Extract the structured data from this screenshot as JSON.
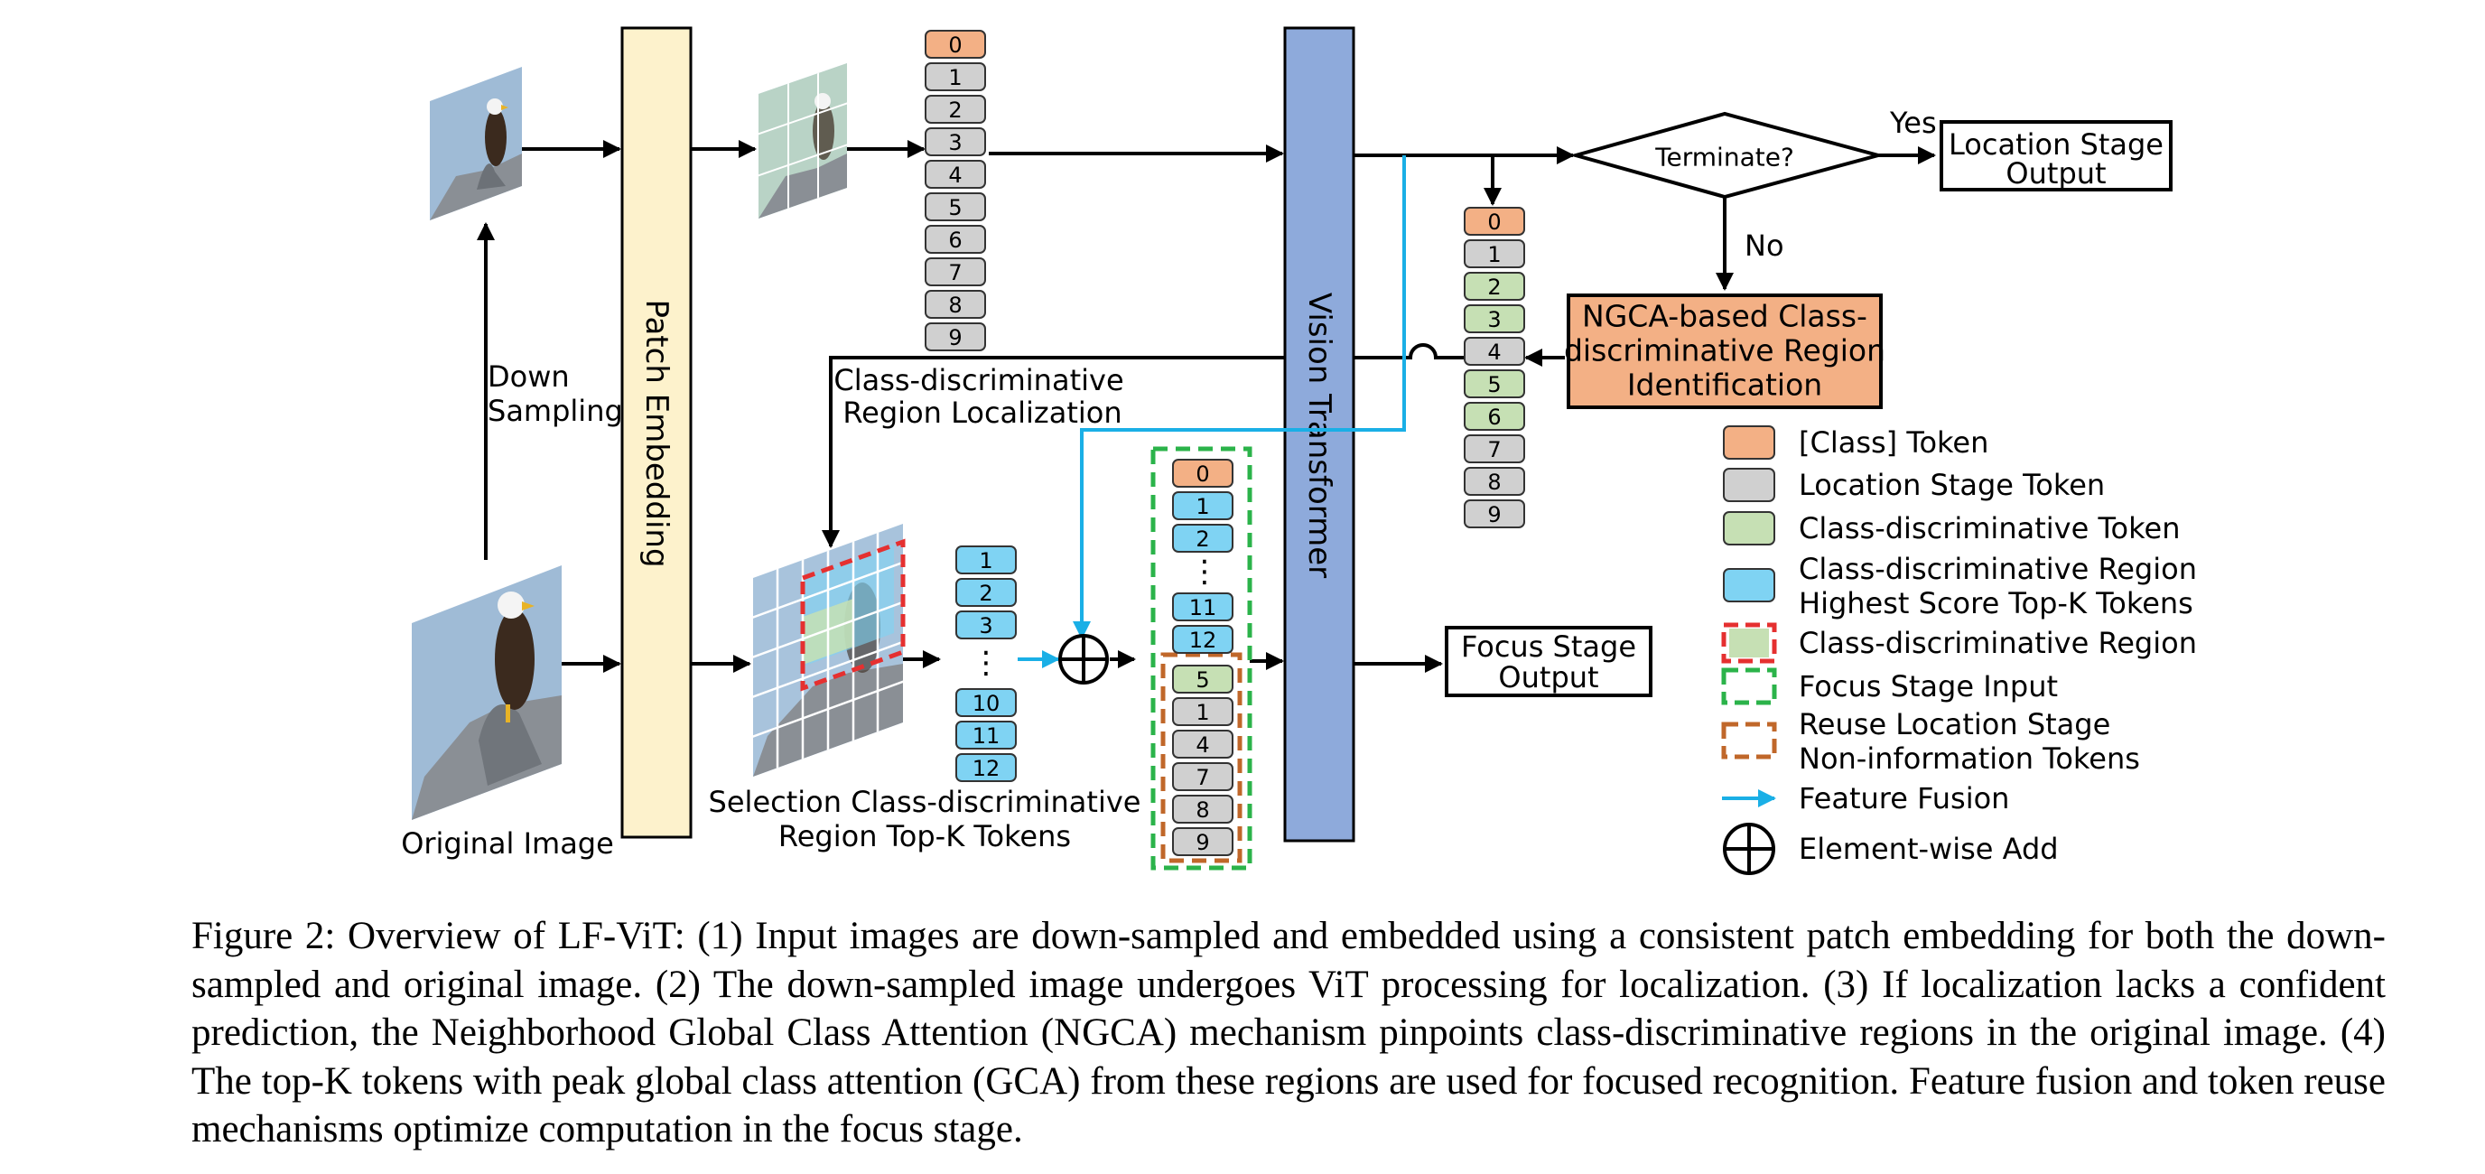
{
  "colors": {
    "class_token": "#f3b085",
    "location_token": "#d0d0d0",
    "discriminative_token": "#c6e0b4",
    "topk_token": "#7fd3f3",
    "patch_embedding": "#fdf2cc",
    "vision_transformer": "#8eaadb",
    "ngca_box": "#f3b085",
    "fusion_arrow": "#1aafe6",
    "region_red": "#e53030",
    "focus_green": "#2bb34a",
    "reuse_brown": "#c0672a"
  },
  "icons": {
    "small_image": "eagle-thumbnail-icon",
    "original_image": "eagle-photo-icon",
    "element_add": "circled-plus-icon"
  },
  "labels": {
    "original_image": "Original Image",
    "down_sampling_1": "Down",
    "down_sampling_2": "Sampling",
    "patch_embedding": "Patch Embedding",
    "vision_transformer": "Vision Transformer",
    "terminate": "Terminate?",
    "yes": "Yes",
    "no": "No",
    "location_output_1": "Location Stage",
    "location_output_2": "Output",
    "focus_output_1": "Focus Stage",
    "focus_output_2": "Output",
    "ngca_1": "NGCA-based Class-",
    "ngca_2": "discriminative Region",
    "ngca_3": "Identification",
    "localization_1": "Class-discriminative",
    "localization_2": "Region Localization",
    "selection_1": "Selection Class-discriminative",
    "selection_2": "Region Top-K Tokens",
    "ellipsis": "⋮"
  },
  "location_tokens": [
    "0",
    "1",
    "2",
    "3",
    "4",
    "5",
    "6",
    "7",
    "8",
    "9"
  ],
  "right_tokens": [
    "0",
    "1",
    "2",
    "3",
    "4",
    "5",
    "6",
    "7",
    "8",
    "9"
  ],
  "topk_tokens_top": [
    "1",
    "2",
    "3"
  ],
  "topk_tokens_bottom": [
    "10",
    "11",
    "12"
  ],
  "focus_input_top": [
    "0",
    "1",
    "2"
  ],
  "focus_input_mid": [
    "11",
    "12"
  ],
  "focus_input_reuse": [
    "5",
    "1",
    "4",
    "7",
    "8",
    "9"
  ],
  "legend": [
    {
      "key": "class-token",
      "line1": "[Class] Token",
      "line2": ""
    },
    {
      "key": "location-stage-token",
      "line1": "Location Stage Token",
      "line2": ""
    },
    {
      "key": "class-discriminative-token",
      "line1": "Class-discriminative Token",
      "line2": ""
    },
    {
      "key": "topk-token",
      "line1": "Class-discriminative Region",
      "line2": "Highest Score Top-K Tokens"
    },
    {
      "key": "class-discriminative-region",
      "line1": "Class-discriminative Region",
      "line2": ""
    },
    {
      "key": "focus-stage-input",
      "line1": "Focus Stage Input",
      "line2": ""
    },
    {
      "key": "reuse-tokens",
      "line1": "Reuse Location Stage",
      "line2": "Non-information Tokens"
    },
    {
      "key": "feature-fusion",
      "line1": "Feature Fusion",
      "line2": ""
    },
    {
      "key": "element-wise-add",
      "line1": "Element-wise Add",
      "line2": ""
    }
  ],
  "caption": "Figure 2: Overview of LF-ViT: (1) Input images are down-sampled and embedded using a consistent patch embedding for both the down-sampled and original image. (2) The down-sampled image undergoes ViT processing for localization. (3) If localization lacks a confident prediction, the Neighborhood Global Class Attention (NGCA) mechanism pinpoints class-discriminative regions in the original image. (4) The top-K tokens with peak global class attention (GCA) from these regions are used for focused recognition. Feature fusion and token reuse mechanisms optimize computation in the focus stage."
}
